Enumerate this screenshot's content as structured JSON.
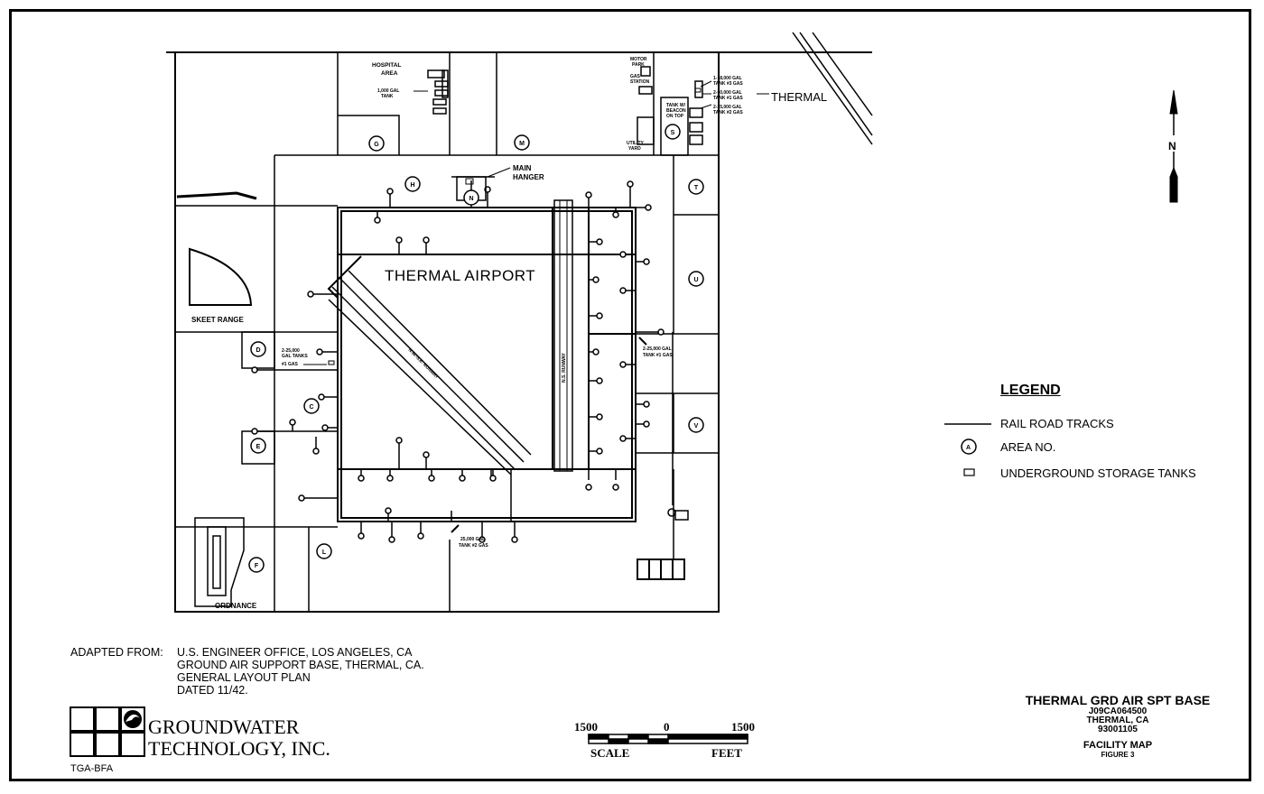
{
  "map": {
    "airport_label": "THERMAL AIRPORT",
    "town_label": "THERMAL",
    "north_label": "N",
    "runway_ns": "N.S. RUNWAY",
    "runway_nwse": "N.W.-S.E. RUNWAY",
    "feature_labels": {
      "hospital": [
        "HOSPITAL",
        "AREA"
      ],
      "hospital_tank": [
        "1,000 GAL",
        "TANK"
      ],
      "motor_park": [
        "MOTOR",
        "PARK"
      ],
      "gas_station": [
        "GAS",
        "STATION"
      ],
      "utility_yard": [
        "UTILITY",
        "YARD"
      ],
      "beacon_tank": [
        "TANK W/",
        "BEACON",
        "ON TOP"
      ],
      "tank_3": [
        "1-18,000 GAL",
        "TANK #3 GAS"
      ],
      "tank_50k": [
        "2-50,000 GAL",
        "TANK #1 GAS"
      ],
      "tank_2": [
        "2-25,000 GAL",
        "TANK #2 GAS"
      ],
      "main_hangar": [
        "MAIN",
        "HANGER"
      ],
      "skeet_range": "SKEET RANGE",
      "tank_west": [
        "2-25,000",
        "GAL TANKS",
        "#1 GAS"
      ],
      "tank_east": [
        "2-25,000 GAL",
        "TANK #1 GAS"
      ],
      "tank_south": [
        "25,000 GAL",
        "TANK #2 GAS"
      ],
      "ordnance": "ORDNANCE"
    },
    "areas": [
      "G",
      "M",
      "S",
      "H",
      "N",
      "T",
      "U",
      "D",
      "C",
      "E",
      "V",
      "F",
      "L"
    ]
  },
  "legend": {
    "title": "LEGEND",
    "items": [
      {
        "symbol": "line",
        "label": "RAIL ROAD TRACKS"
      },
      {
        "symbol": "circle",
        "symbol_text": "A",
        "label": "AREA NO."
      },
      {
        "symbol": "rect",
        "label": "UNDERGROUND STORAGE TANKS"
      }
    ]
  },
  "adapted_from": {
    "label": "ADAPTED FROM:",
    "lines": [
      "U.S. ENGINEER OFFICE, LOS ANGELES, CA",
      "GROUND AIR SUPPORT BASE, THERMAL, CA.",
      "GENERAL LAYOUT PLAN",
      "DATED 11/42."
    ]
  },
  "company": {
    "line1": "GROUNDWATER",
    "line2": "TECHNOLOGY, INC."
  },
  "drawing_id": "TGA-BFA",
  "scale": {
    "left": "1500",
    "mid": "0",
    "right": "1500",
    "label": "SCALE",
    "unit": "FEET"
  },
  "title_block": {
    "title": "THERMAL GRD AIR SPT BASE",
    "project": "J09CA064500",
    "location": "THERMAL, CA",
    "date": "93001105",
    "map_name": "FACILITY MAP",
    "figure": "FIGURE 3"
  }
}
